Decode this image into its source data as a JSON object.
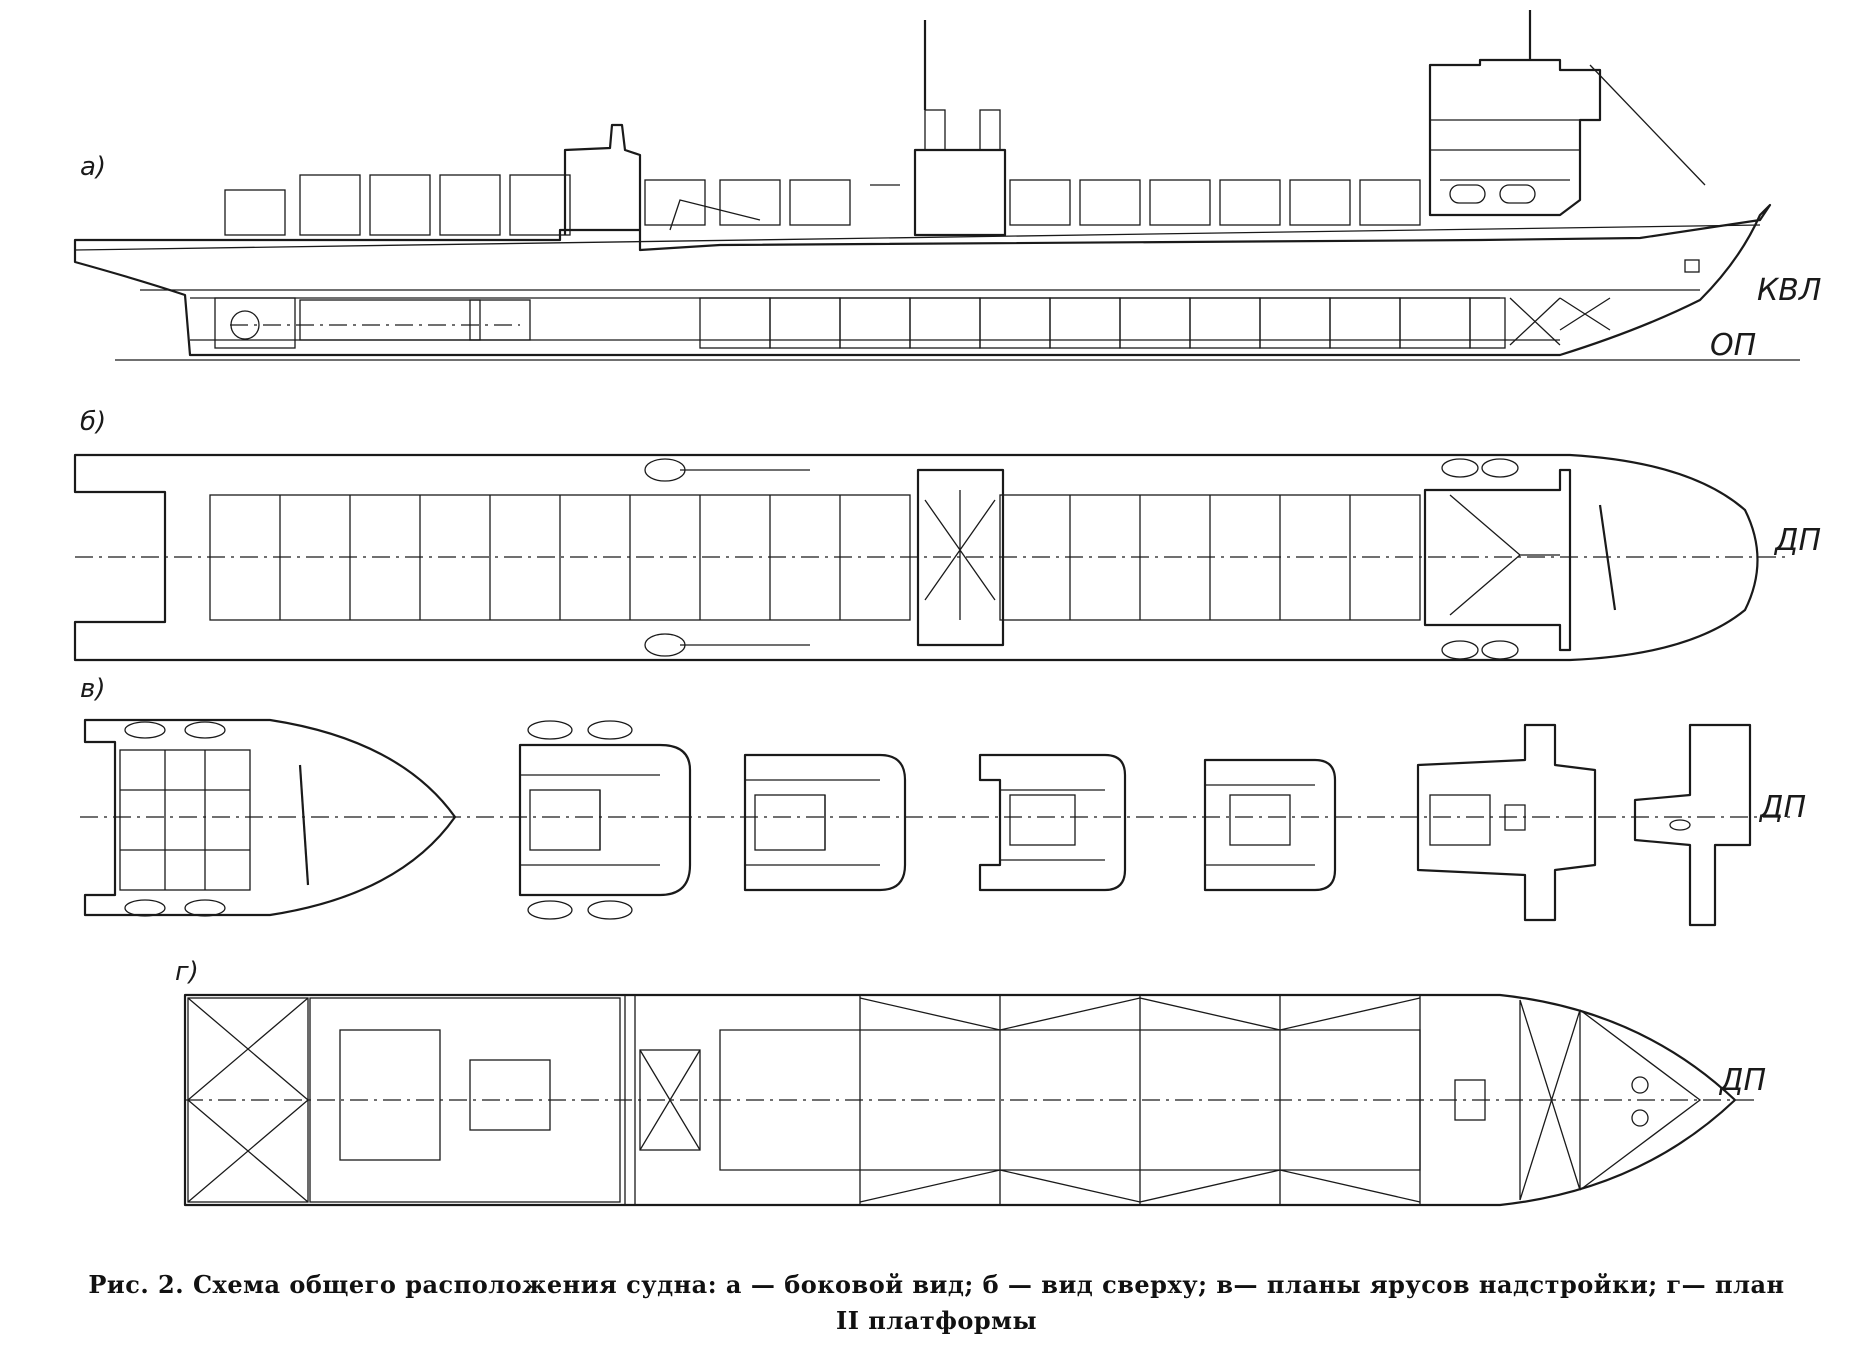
{
  "figure": {
    "caption_line1": "Рис. 2. Схема общего расположения судна: а — боковой вид; б — вид сверху; в— планы ярусов надстройки; г— план",
    "caption_line2": "II платформы"
  },
  "views": {
    "side": {
      "label": "а)",
      "waterline": "КВЛ",
      "baseline": "ОП"
    },
    "top": {
      "label": "б)",
      "centerline": "ДП"
    },
    "tiers": {
      "label": "в)",
      "centerline": "ДП"
    },
    "platform": {
      "label": "г)",
      "centerline": "ДП"
    }
  }
}
